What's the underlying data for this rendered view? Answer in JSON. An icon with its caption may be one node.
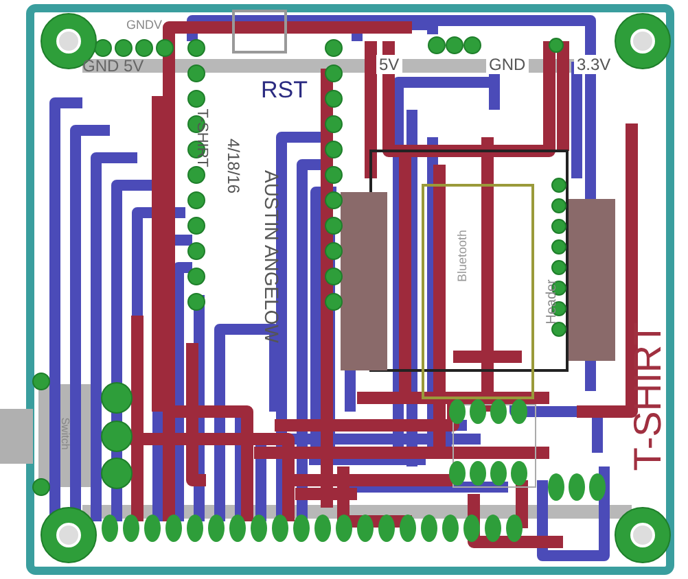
{
  "diagram": {
    "labels": [
      "GNDV",
      "GND 5V",
      "5V",
      "GND",
      "3.3V",
      "RST",
      "T-SHIRT",
      "4/18/16",
      "AUSTIN ANGELOW",
      "Bluetooth",
      "Header",
      "T-SHIRT",
      "Switch"
    ]
  }
}
